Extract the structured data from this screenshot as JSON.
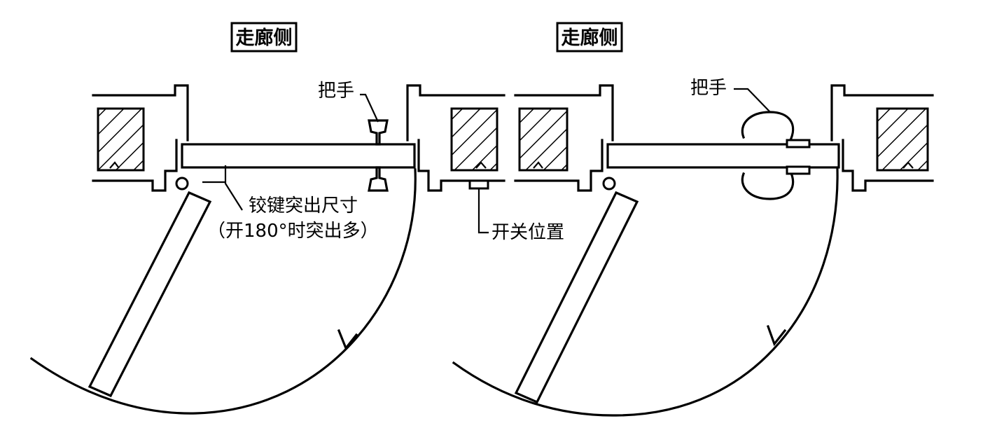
{
  "left_diagram": {
    "corridor_label": "走廊侧",
    "handle_label": "把手",
    "hinge_label_line1": "铰键突出尺寸",
    "hinge_label_line2": "（开180°时突出多）",
    "switch_label": "开关位置"
  },
  "right_diagram": {
    "corridor_label": "走廊侧",
    "handle_label": "把手"
  }
}
